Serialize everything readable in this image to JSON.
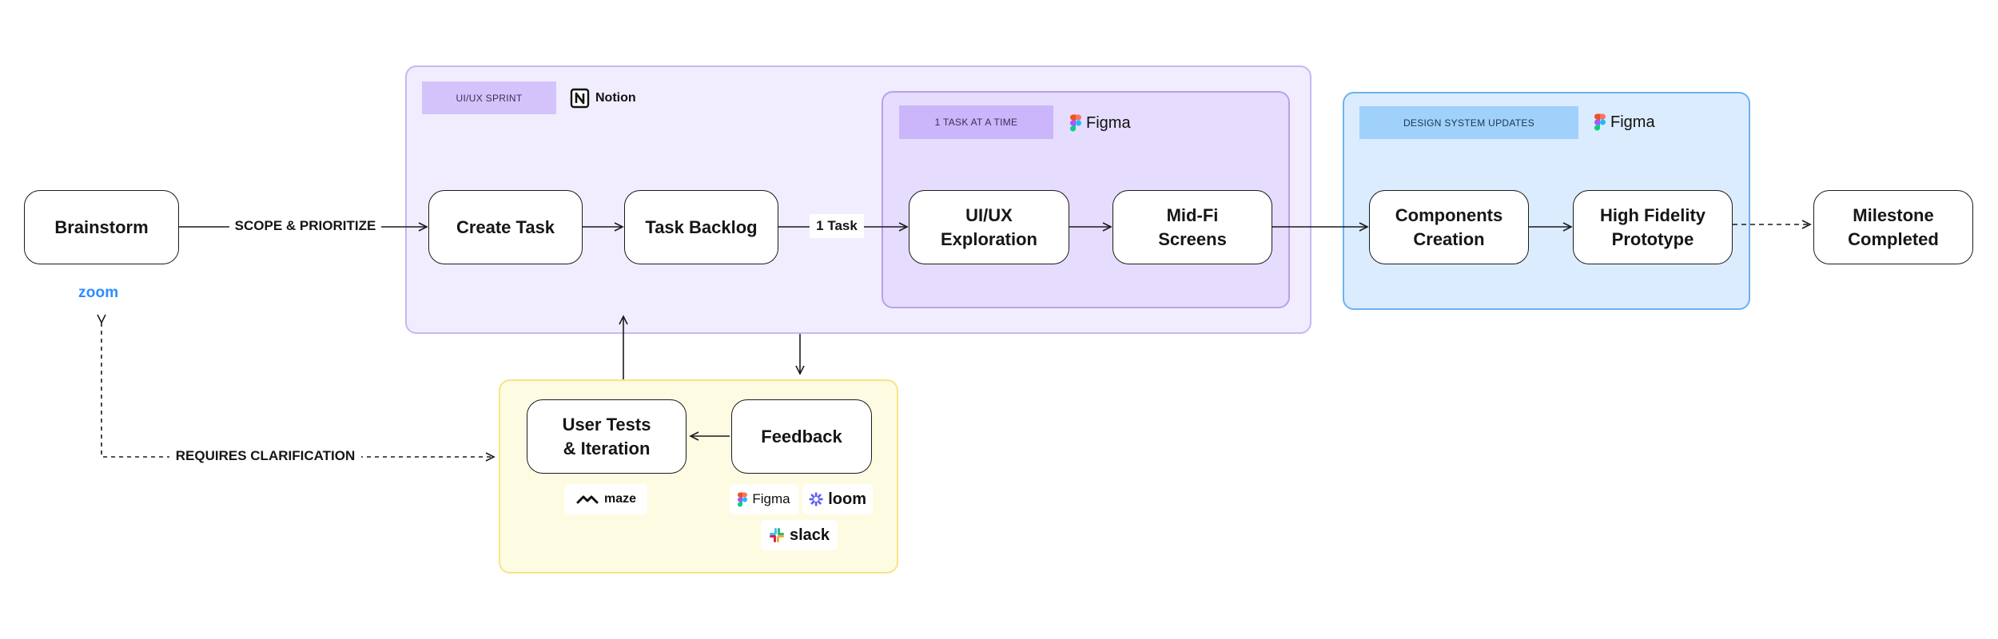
{
  "groups": {
    "sprint": {
      "tag": "UI/UX SPRINT",
      "tool": "Notion"
    },
    "task": {
      "tag": "1 TASK AT A TIME",
      "tool": "Figma"
    },
    "design_system": {
      "tag": "DESIGN SYSTEM UPDATES",
      "tool": "Figma"
    },
    "feedback_loop": {
      "tools": [
        "maze",
        "Figma",
        "loom",
        "slack"
      ]
    }
  },
  "nodes": {
    "brainstorm": "Brainstorm",
    "create_task": "Create Task",
    "task_backlog": "Task Backlog",
    "uiux_line1": "UI/UX",
    "uiux_line2": "Exploration",
    "midfi_line1": "Mid-Fi",
    "midfi_line2": "Screens",
    "components_line1": "Components",
    "components_line2": "Creation",
    "hifi_line1": "High Fidelity",
    "hifi_line2": "Prototype",
    "milestone_line1": "Milestone",
    "milestone_line2": "Completed",
    "user_tests_line1": "User Tests",
    "user_tests_line2": "& Iteration",
    "feedback": "Feedback"
  },
  "edges": {
    "scope": "SCOPE & PRIORITIZE",
    "one_task": "1 Task",
    "clarification": "REQUIRES CLARIFICATION"
  },
  "tools": {
    "zoom": "zoom"
  },
  "colors": {
    "sprint_fill": "#f1edfe",
    "task_fill": "#e6dcfd",
    "design_system_fill": "#dbecfe",
    "feedback_fill": "#fefbe3",
    "zoom_blue": "#2d8cff",
    "loom_purple": "#625df5"
  }
}
